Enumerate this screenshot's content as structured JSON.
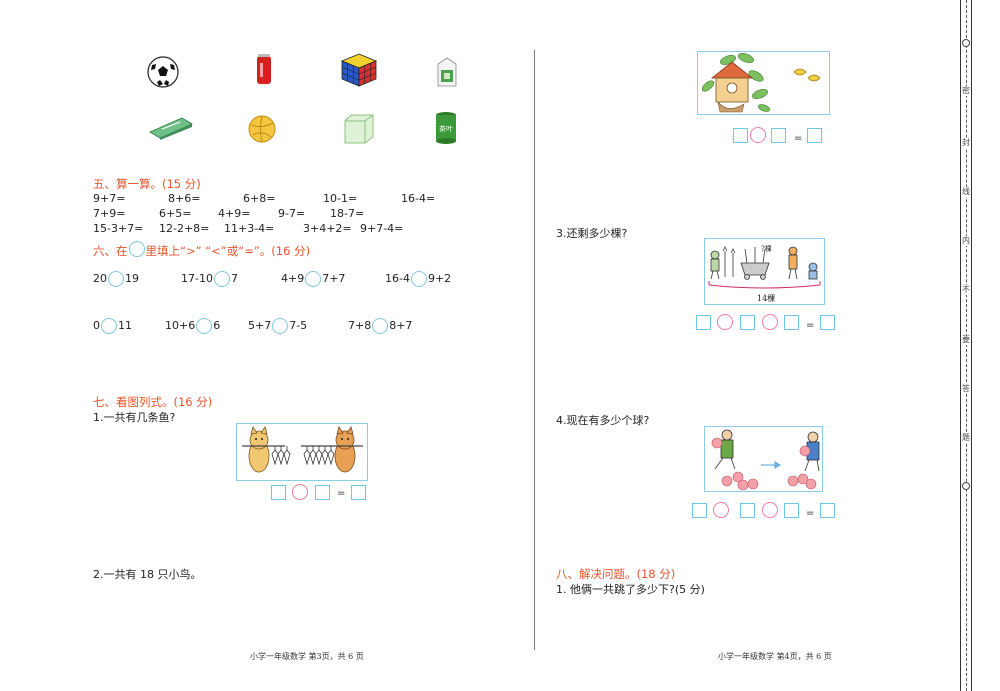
{
  "section5": {
    "title": "五、算一算。(15 分)",
    "rows": [
      [
        "9+7=",
        "8+6=",
        "6+8=",
        "10-1=",
        "16-4="
      ],
      [
        "7+9=",
        "6+5=",
        "4+9=",
        "9-7=",
        "18-7="
      ],
      [
        "15-3+7=",
        "12-2+8=",
        "11+3-4=",
        "3+4+2=",
        "9+7-4="
      ]
    ]
  },
  "section6": {
    "title": "六、在",
    "title_tail": "里填上“>” “<”或“=”。(16 分)",
    "row1": [
      {
        "left": "20",
        "right": "19"
      },
      {
        "left": "17-10",
        "right": "7"
      },
      {
        "left": "4+9",
        "right": "7+7"
      },
      {
        "left": "16-4",
        "right": "9+2"
      }
    ],
    "row2": [
      {
        "left": "0",
        "right": "11"
      },
      {
        "left": "10+6",
        "right": "6"
      },
      {
        "left": "5+7",
        "right": "7-5"
      },
      {
        "left": "7+8",
        "right": "8+7"
      }
    ]
  },
  "section7": {
    "title": "七、看图列式。(16 分)",
    "q1": "1.一共有几条鱼?",
    "q2": "2.一共有 18 只小鸟。",
    "q3": "3.还剩多少棵?",
    "q3_label_total": "14棵",
    "q3_label_q": "?棵",
    "q4": "4.现在有多少个球?"
  },
  "section8": {
    "title": "八、解决问题。(18 分)",
    "q1": "1. 他俩一共跳了多少下?(5 分)"
  },
  "equals_sign": "=",
  "tea_label": "茶叶",
  "footer_left": "小学一年级数学  第3页，共 6 页",
  "footer_right": "小学一年级数学  第4页，共 6 页",
  "binding_chars": [
    "密",
    "封",
    "线",
    "内",
    "不",
    "要",
    "答",
    "题"
  ],
  "colors": {
    "title": "#e8542a",
    "box": "#6dc8e0",
    "circle": "#f07aa0",
    "frame": "#8ccde6"
  }
}
